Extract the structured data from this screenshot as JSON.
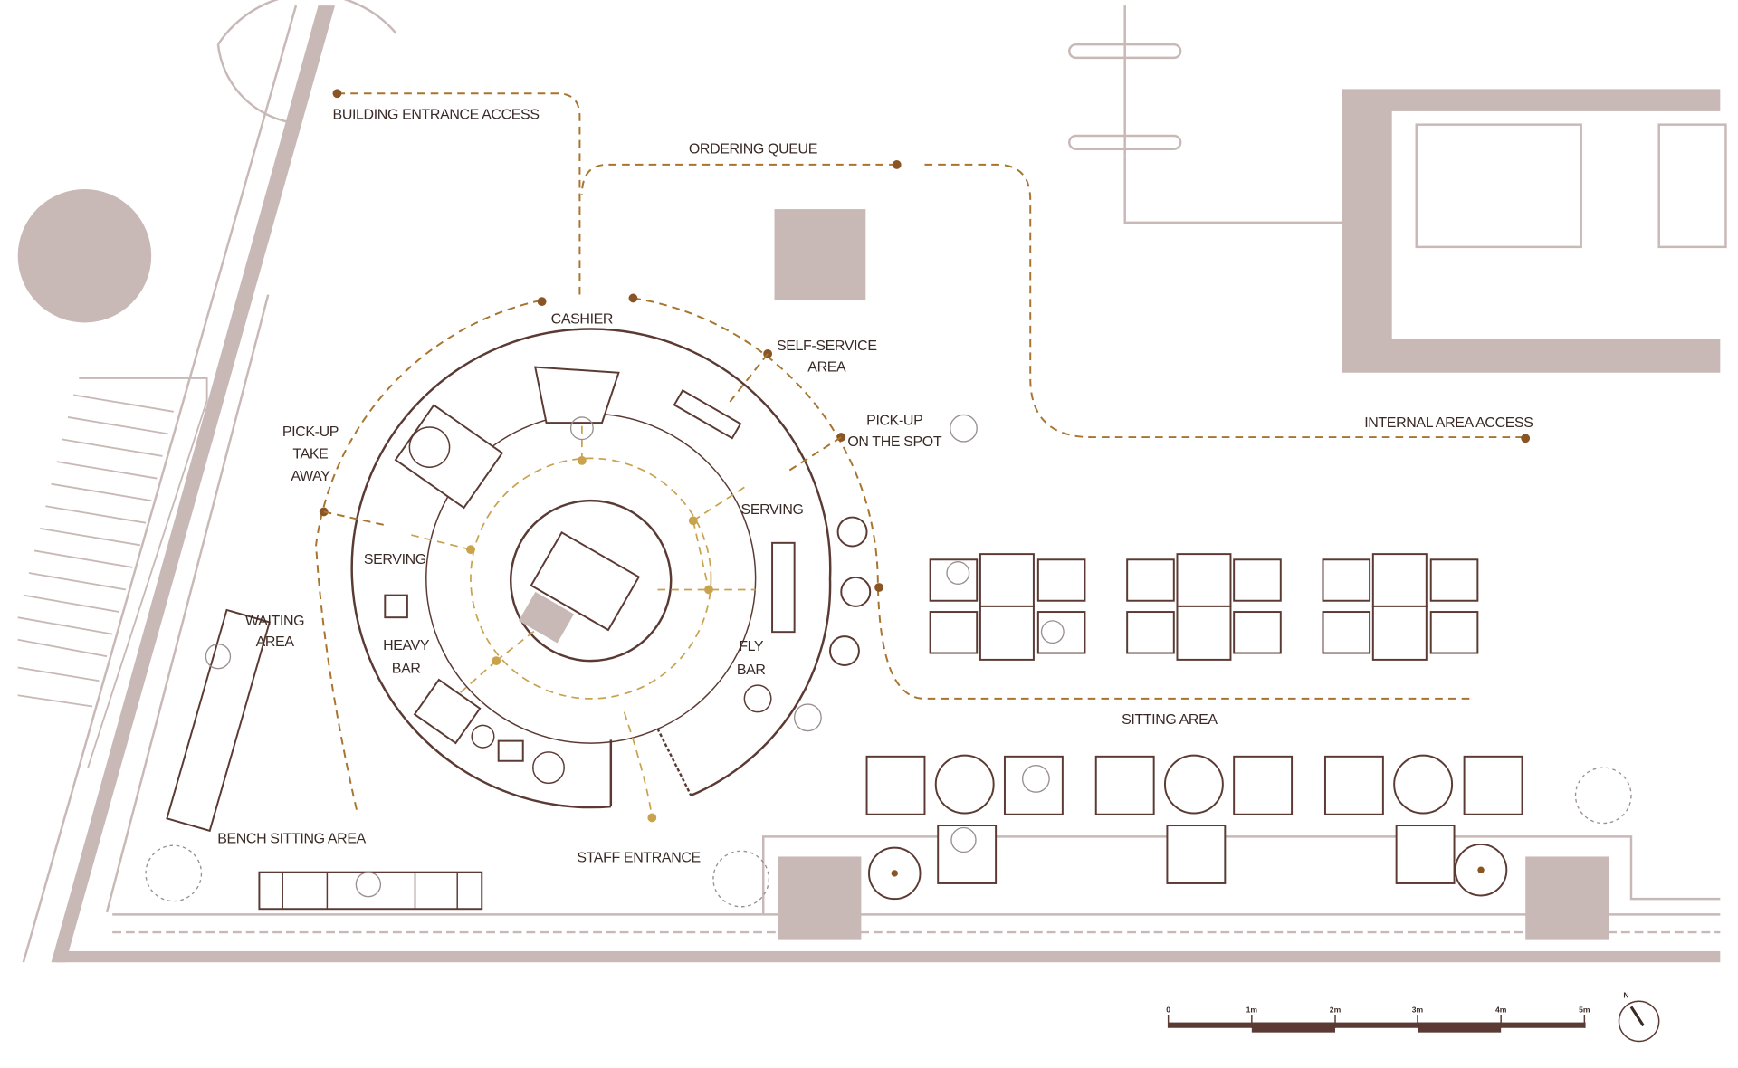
{
  "title": "Cafe bar floor plan",
  "colors": {
    "wall": "#c8b9b7",
    "furniture": "#5b3a33",
    "route": "#a8742e",
    "service_route": "#c9a24e"
  },
  "labels": {
    "building_entrance": "BUILDING ENTRANCE ACCESS",
    "ordering_queue": "ORDERING QUEUE",
    "cashier": "CASHIER",
    "self_service_1": "SELF-SERVICE",
    "self_service_2": "AREA",
    "pickup_spot_1": "PICK-UP",
    "pickup_spot_2": "ON THE SPOT",
    "internal_access": "INTERNAL AREA ACCESS",
    "pickup_take_1": "PICK-UP",
    "pickup_take_2": "TAKE",
    "pickup_take_3": "AWAY",
    "serving_left": "SERVING",
    "serving_right": "SERVING",
    "waiting_1": "WAITING",
    "waiting_2": "AREA",
    "heavy_1": "HEAVY",
    "heavy_2": "BAR",
    "fly_1": "FLY",
    "fly_2": "BAR",
    "sitting_area": "SITTING AREA",
    "bench_sitting": "BENCH SITTING AREA",
    "staff_entrance": "STAFF ENTRANCE"
  },
  "scale_bar": {
    "ticks": [
      "0",
      "1m",
      "2m",
      "3m",
      "4m",
      "5m"
    ]
  },
  "north": "N"
}
